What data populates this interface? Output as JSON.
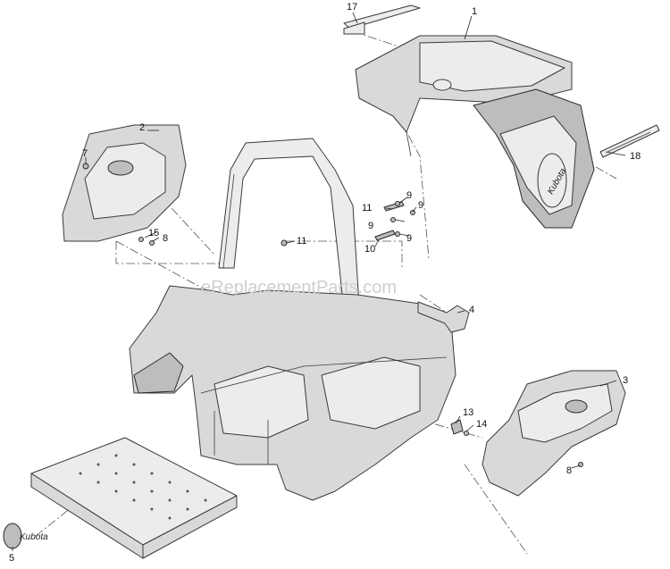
{
  "watermark": "eReplacementParts.com",
  "decals": {
    "logo_text": "Kubota"
  },
  "callouts": [
    {
      "id": "c1",
      "label": "1"
    },
    {
      "id": "c2",
      "label": "2"
    },
    {
      "id": "c3",
      "label": "3"
    },
    {
      "id": "c4",
      "label": "4"
    },
    {
      "id": "c5",
      "label": "5"
    },
    {
      "id": "c7",
      "label": "7"
    },
    {
      "id": "c8a",
      "label": "8"
    },
    {
      "id": "c8b",
      "label": "8"
    },
    {
      "id": "c9a",
      "label": "9"
    },
    {
      "id": "c9b",
      "label": "9"
    },
    {
      "id": "c9c",
      "label": "9"
    },
    {
      "id": "c9d",
      "label": "9"
    },
    {
      "id": "c10",
      "label": "10"
    },
    {
      "id": "c11a",
      "label": "11"
    },
    {
      "id": "c11b",
      "label": "11"
    },
    {
      "id": "c13",
      "label": "13"
    },
    {
      "id": "c14",
      "label": "14"
    },
    {
      "id": "c15",
      "label": "15"
    },
    {
      "id": "c17",
      "label": "17"
    },
    {
      "id": "c18",
      "label": "18"
    }
  ]
}
